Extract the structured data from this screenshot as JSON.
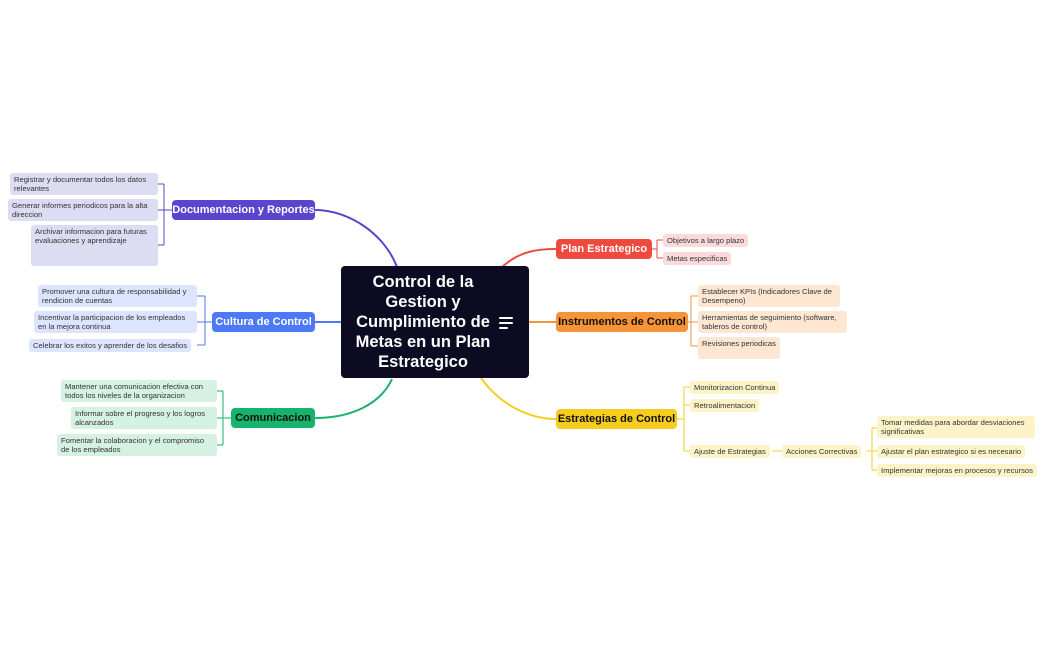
{
  "central": {
    "title": "Control de la Gestion y Cumplimiento de Metas en un Plan Estrategico",
    "icon": "menu-lines-icon"
  },
  "colors": {
    "central_bg": "#0c0b22",
    "plan": "#f04a3e",
    "instrumentos": "#f79438",
    "estrategias": "#f6cd1f",
    "documentacion": "#5946cc",
    "cultura": "#4d79f6",
    "comunicacion": "#16b36b"
  },
  "branches": {
    "plan": {
      "label": "Plan Estrategico",
      "children": [
        "Objetivos a largo plazo",
        "Metas especificas"
      ]
    },
    "instrumentos": {
      "label": "Instrumentos de Control",
      "children": [
        "Establecer KPIs (Indicadores Clave de Desempeno)",
        "Herramientas de seguimiento (software, tableros de control)",
        "Revisiones periodicas"
      ]
    },
    "estrategias": {
      "label": "Estrategias de Control",
      "children": [
        "Monitorizacion Continua",
        "Retroalimentacion",
        "Ajuste de Estrategias"
      ],
      "sub": {
        "label": "Acciones Correctivas",
        "children": [
          "Tomar medidas para abordar desviaciones significativas",
          "Ajustar el plan estrategico si es necesario",
          "Implementar mejoras en procesos y recursos"
        ]
      }
    },
    "documentacion": {
      "label": "Documentacion y Reportes",
      "children": [
        "Registrar y documentar todos los datos relevantes",
        "Generar informes periodicos para la alta direccion",
        "Archivar informacion para futuras evaluaciones y aprendizaje"
      ]
    },
    "cultura": {
      "label": "Cultura de Control",
      "children": [
        "Promover una cultura de responsabilidad y rendicion de cuentas",
        "Incentivar la participacion de los empleados en la mejora continua",
        "Celebrar los exitos y aprender de los desafios"
      ]
    },
    "comunicacion": {
      "label": "Comunicacion",
      "children": [
        "Mantener una comunicacion efectiva con todos los niveles de la organizacion",
        "Informar sobre el progreso y los logros alcanzados",
        "Fomentar la colaboracion y el compromiso de los empleados"
      ]
    }
  }
}
